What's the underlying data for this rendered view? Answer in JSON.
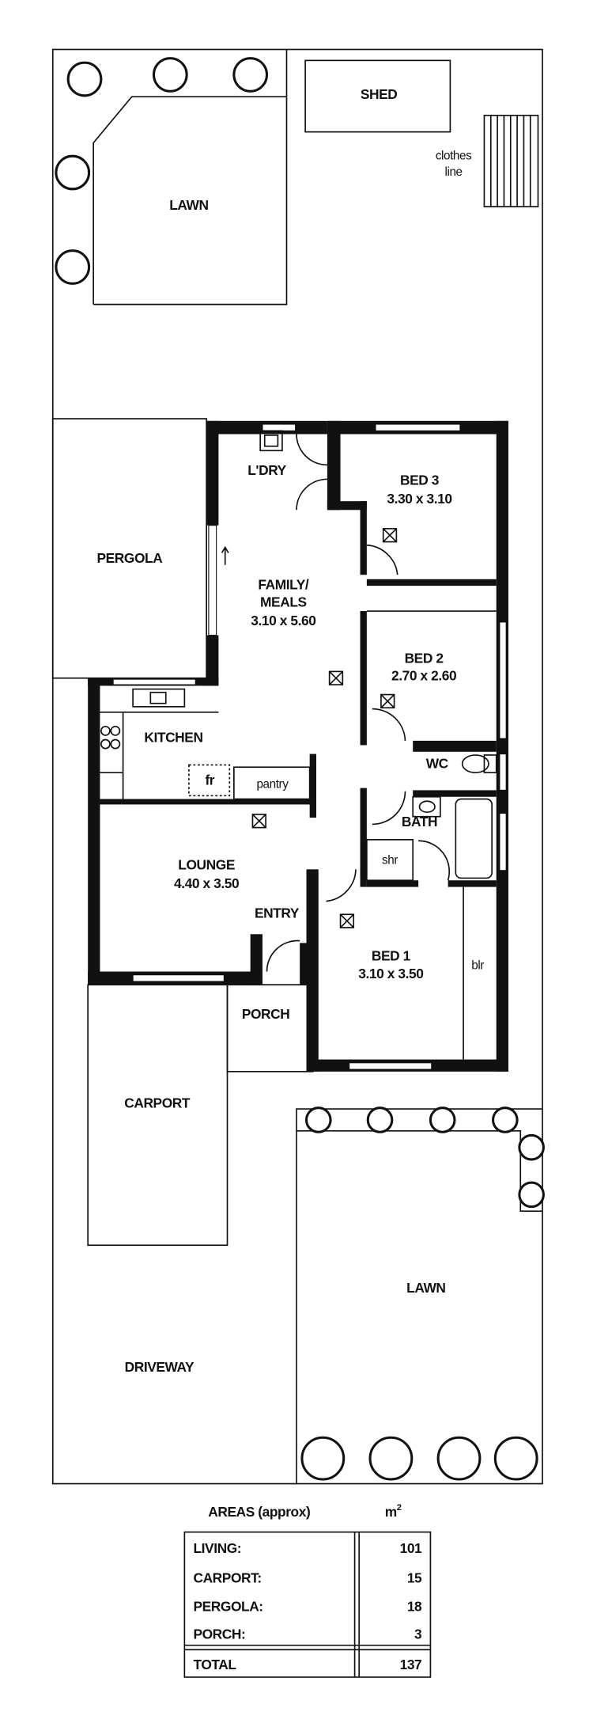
{
  "rooms": {
    "lawn_rear": "LAWN",
    "shed": "SHED",
    "clothes_line_1": "clothes",
    "clothes_line_2": "line",
    "pergola": "PERGOLA",
    "laundry": "L'DRY",
    "bed3": "BED 3",
    "bed3_size": "3.30 x 3.10",
    "family_1": "FAMILY/",
    "family_2": "MEALS",
    "family_size": "3.10 x 5.60",
    "bed2": "BED 2",
    "bed2_size": "2.70 x 2.60",
    "kitchen": "KITCHEN",
    "fridge": "fr",
    "pantry": "pantry",
    "wc": "WC",
    "bath": "BATH",
    "shower": "shr",
    "lounge": "LOUNGE",
    "lounge_size": "4.40 x 3.50",
    "entry": "ENTRY",
    "bed1": "BED 1",
    "bed1_size": "3.10 x 3.50",
    "built_in_robe": "blr",
    "porch": "PORCH",
    "carport": "CARPORT",
    "lawn_front": "LAWN",
    "driveway": "DRIVEWAY"
  },
  "areas": {
    "title": "AREAS (approx)",
    "unit": "m",
    "unit_sup": "2",
    "rows": [
      {
        "label": "LIVING:",
        "value": "101"
      },
      {
        "label": "CARPORT:",
        "value": "15"
      },
      {
        "label": "PERGOLA:",
        "value": "18"
      },
      {
        "label": "PORCH:",
        "value": "3"
      }
    ],
    "total_label": "TOTAL",
    "total_value": "137"
  }
}
